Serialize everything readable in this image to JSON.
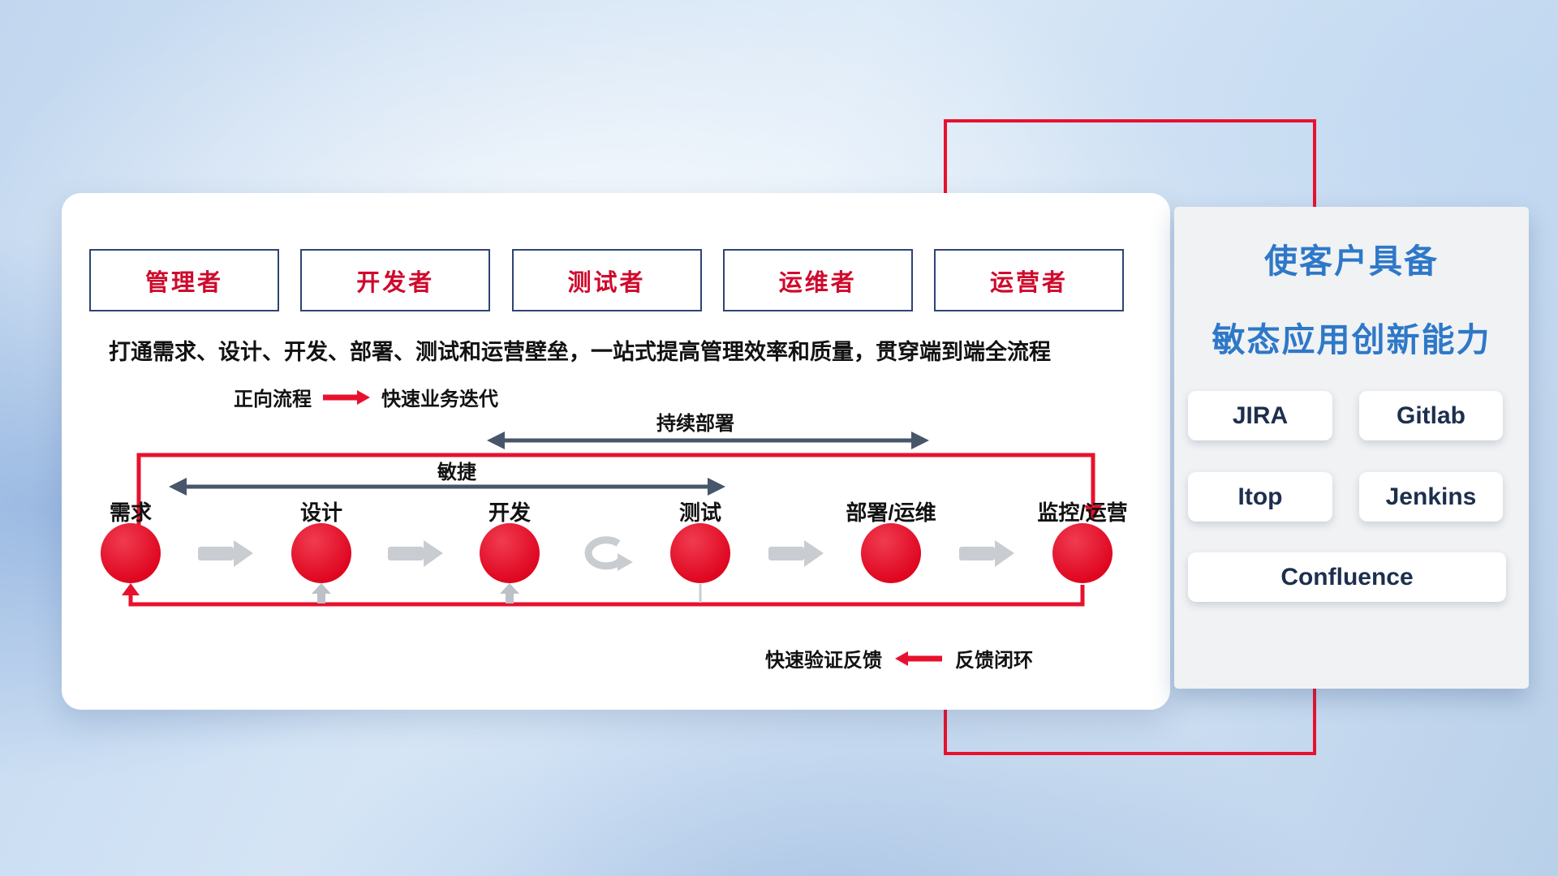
{
  "diagram": {
    "roles": [
      {
        "label": "管理者"
      },
      {
        "label": "开发者"
      },
      {
        "label": "测试者"
      },
      {
        "label": "运维者"
      },
      {
        "label": "运营者"
      }
    ],
    "subtitle": "打通需求、设计、开发、部署、测试和运营壁垒，一站式提高管理效率和质量，贯穿端到端全流程",
    "legend_forward": {
      "label": "正向流程",
      "value": "快速业务迭代"
    },
    "continuous_deploy_label": "持续部署",
    "agile_label": "敏捷",
    "nodes": [
      {
        "label": "需求"
      },
      {
        "label": "设计"
      },
      {
        "label": "开发"
      },
      {
        "label": "测试"
      },
      {
        "label": "部署/运维"
      },
      {
        "label": "监控/运营"
      }
    ],
    "legend_feedback": {
      "value": "快速验证反馈",
      "label": "反馈闭环"
    }
  },
  "right_panel": {
    "title_line1": "使客户具备",
    "title_line2": "敏态应用创新能力",
    "tools": [
      {
        "name": "JIRA"
      },
      {
        "name": "Gitlab"
      },
      {
        "name": "Itop"
      },
      {
        "name": "Jenkins"
      },
      {
        "name": "Confluence"
      }
    ]
  },
  "colors": {
    "accent_red": "#e8112d",
    "navy_border": "#2f4474",
    "slate_arrow": "#47566b",
    "flow_gray": "#c9cdd2",
    "title_blue": "#2e78c8",
    "tool_text": "#1d2f4e"
  }
}
